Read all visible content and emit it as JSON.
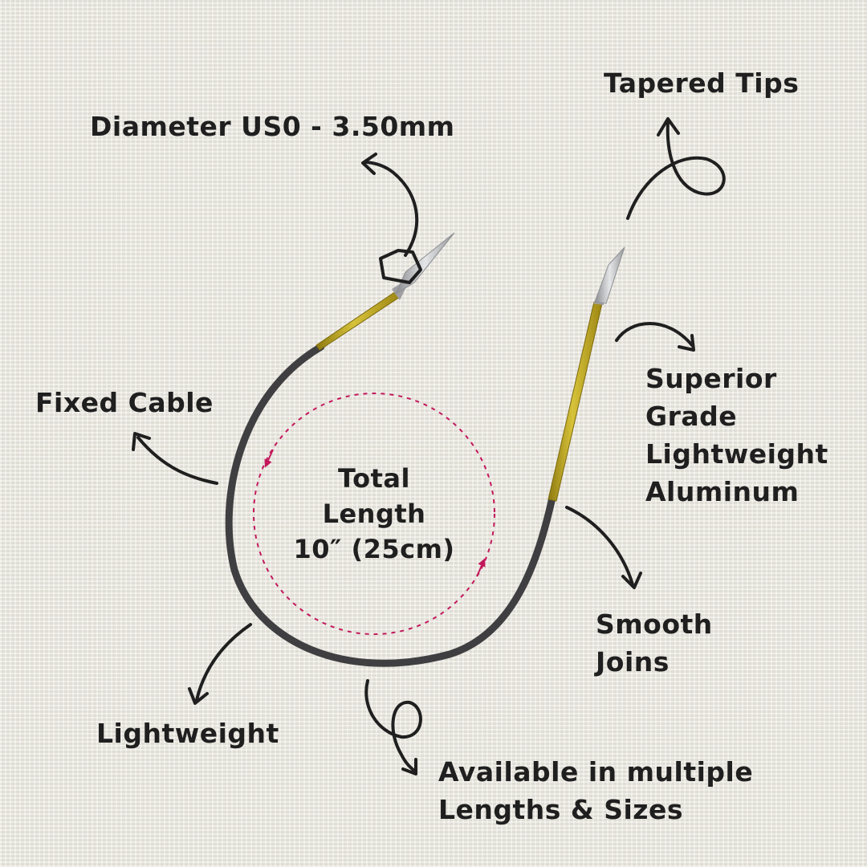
{
  "callouts": {
    "tapered_tips": "Tapered Tips",
    "diameter": "Diameter US0 - 3.50mm",
    "fixed_cable": "Fixed Cable",
    "material": [
      "Superior",
      "Grade",
      "Lightweight",
      "Aluminum"
    ],
    "total_length": [
      "Total",
      "Length",
      "10″ (25cm)"
    ],
    "smooth_joins": [
      "Smooth",
      "Joins"
    ],
    "lightweight": "Lightweight",
    "availability": [
      "Available in multiple",
      "Lengths & Sizes"
    ]
  },
  "colors": {
    "background": "#ece9e1",
    "text": "#1f1f1f",
    "cable": "#3f3f42",
    "needle_gold": "#c8b026",
    "metal_tip": "#b9bbbd",
    "loop_dotted": "#c2185b"
  },
  "icons": [
    "curved-arrow-icon",
    "looped-arrow-icon",
    "dotted-circle-arrow-icon"
  ]
}
